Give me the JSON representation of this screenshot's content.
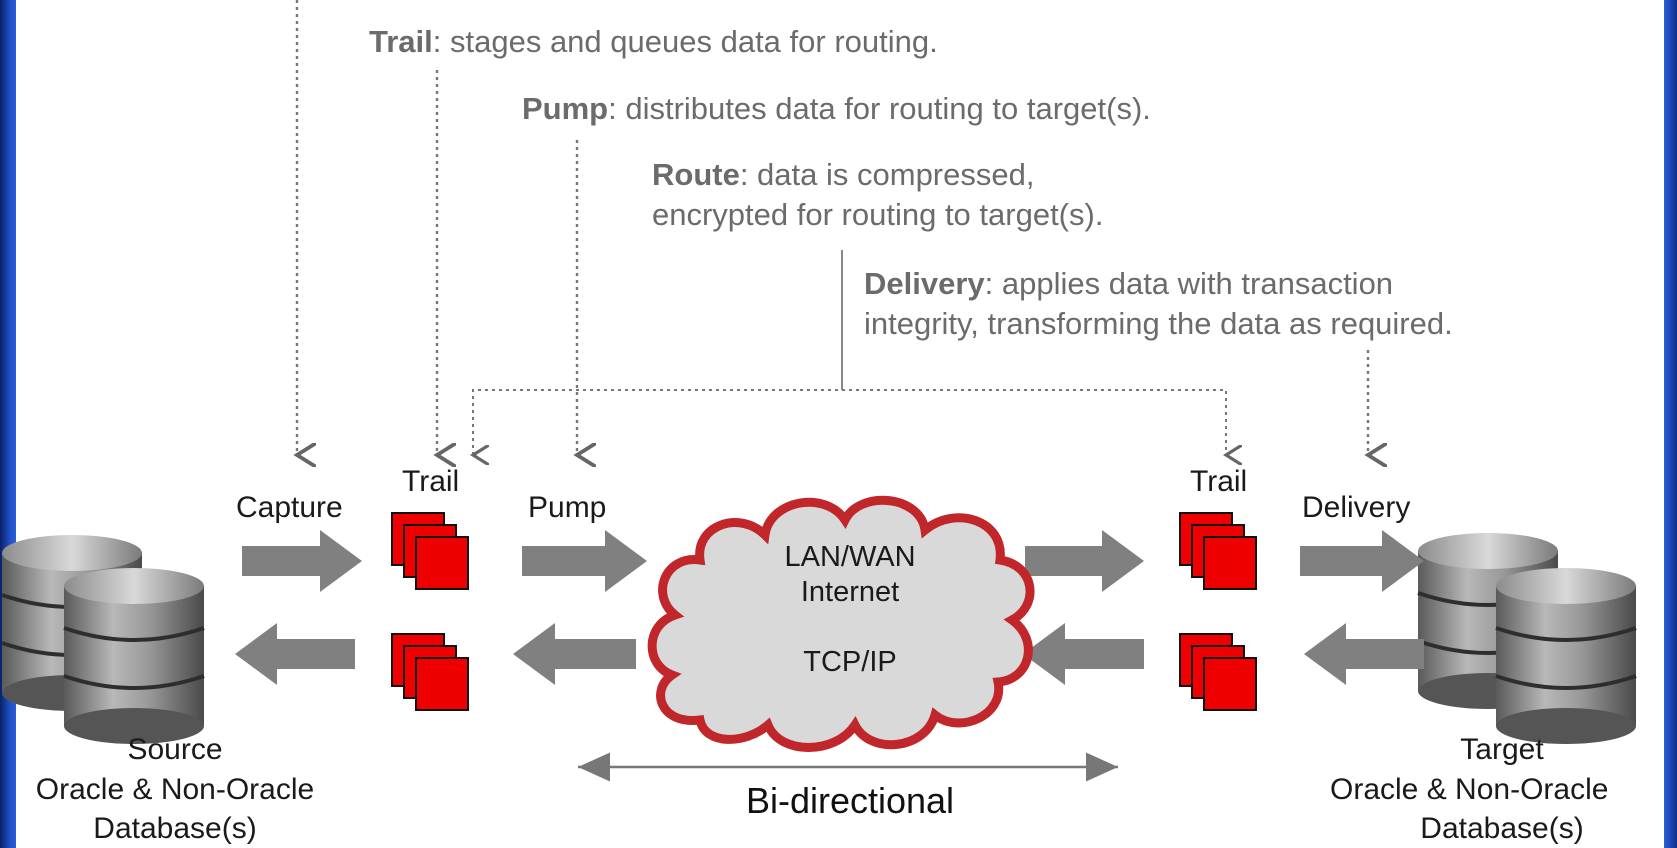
{
  "descriptions": {
    "trail": {
      "term": "Trail",
      "text": ": stages and queues data for routing."
    },
    "pump": {
      "term": "Pump",
      "text": ": distributes data for routing to target(s)."
    },
    "route": {
      "term": "Route",
      "text": ": data is compressed,",
      "line2": "encrypted for routing to target(s)."
    },
    "delivery": {
      "term": "Delivery",
      "text": ": applies data with transaction",
      "line2": "integrity, transforming the data as required."
    }
  },
  "labels": {
    "capture": "Capture",
    "trail_source": "Trail",
    "pump": "Pump",
    "trail_target": "Trail",
    "delivery": "Delivery"
  },
  "cloud": {
    "line1": "LAN/WAN",
    "line2": "Internet",
    "line3": "TCP/IP"
  },
  "source": {
    "line1": "Source",
    "line2": "Oracle & Non-Oracle",
    "line3": "Database(s)"
  },
  "target": {
    "line1": "Target",
    "line2": "Oracle & Non-Oracle",
    "line3": "Database(s)"
  },
  "bidirectional": "Bi-directional",
  "colors": {
    "trail_red": "#ee0000",
    "arrow_gray": "#808080",
    "cloud_border": "#c0262a",
    "cloud_fill": "#d9d9d9",
    "text_gray": "#6b6b6b"
  }
}
